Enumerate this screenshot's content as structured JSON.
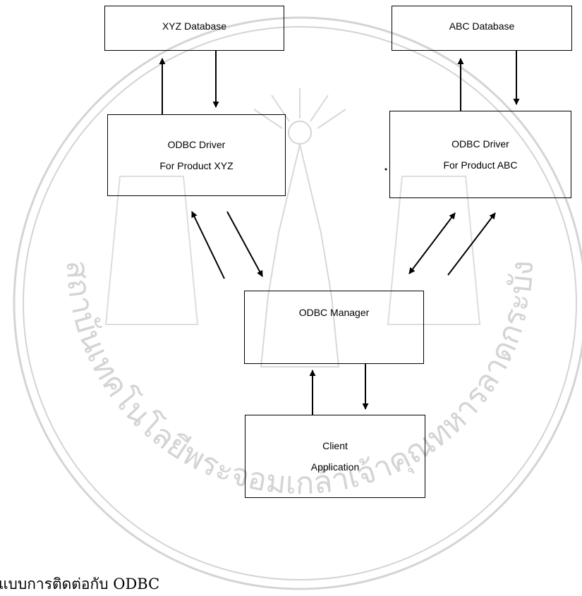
{
  "watermark": {
    "seal_text": "สถาบันเทคโนโลยีพระจอมเกล้าเจ้าคุณทหารลาดกระบัง"
  },
  "boxes": {
    "xyz_database": {
      "line1": "XYZ Database"
    },
    "abc_database": {
      "line1": "ABC Database"
    },
    "xyz_driver": {
      "line1": "ODBC Driver",
      "line2": "For Product XYZ"
    },
    "abc_driver": {
      "line1": "ODBC Driver",
      "line2": "For Product ABC"
    },
    "manager": {
      "line1": "ODBC Manager"
    },
    "client": {
      "line1": "Client",
      "line2": "Application"
    }
  },
  "caption": "แบบการติดต่อกับ ODBC",
  "colors": {
    "line": "#000000",
    "watermark": "#d4d4d4"
  }
}
